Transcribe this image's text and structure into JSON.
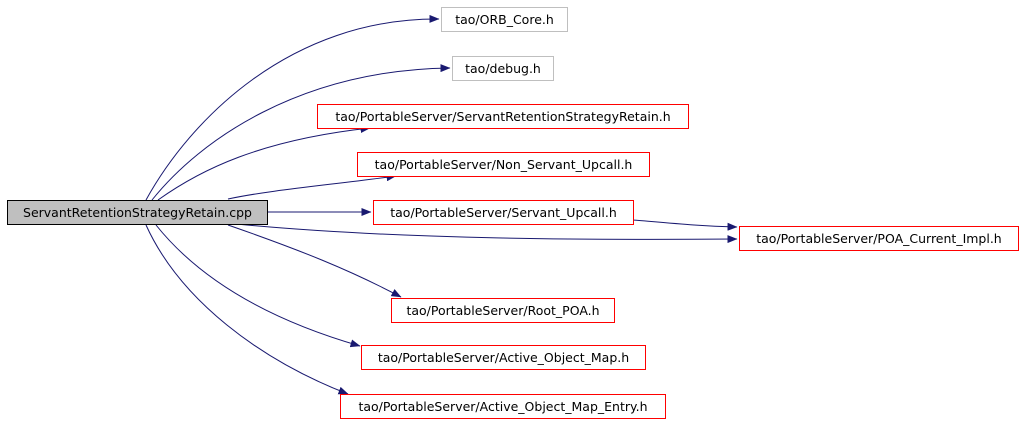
{
  "colors": {
    "edge": "#191970",
    "root_fill": "#bfbfbf",
    "root_border": "#000000",
    "local_border": "#ff0000",
    "external_border": "#bfbfbf",
    "node_fill": "#ffffff",
    "background": "#ffffff"
  },
  "diagram": {
    "root": {
      "id": "root",
      "label": "ServantRetentionStrategyRetain.cpp",
      "style": "root"
    },
    "nodes": [
      {
        "id": "orb_core",
        "label": "tao/ORB_Core.h",
        "style": "external"
      },
      {
        "id": "debug",
        "label": "tao/debug.h",
        "style": "external"
      },
      {
        "id": "srs_retain_h",
        "label": "tao/PortableServer/ServantRetentionStrategyRetain.h",
        "style": "local"
      },
      {
        "id": "non_servant_upcall",
        "label": "tao/PortableServer/Non_Servant_Upcall.h",
        "style": "local"
      },
      {
        "id": "servant_upcall",
        "label": "tao/PortableServer/Servant_Upcall.h",
        "style": "local"
      },
      {
        "id": "poa_current_impl",
        "label": "tao/PortableServer/POA_Current_Impl.h",
        "style": "local"
      },
      {
        "id": "root_poa",
        "label": "tao/PortableServer/Root_POA.h",
        "style": "local"
      },
      {
        "id": "active_object_map",
        "label": "tao/PortableServer/Active_Object_Map.h",
        "style": "local"
      },
      {
        "id": "active_object_map_entry",
        "label": "tao/PortableServer/Active_Object_Map_Entry.h",
        "style": "local"
      }
    ],
    "edges": [
      {
        "from": "root",
        "to": "orb_core"
      },
      {
        "from": "root",
        "to": "debug"
      },
      {
        "from": "root",
        "to": "srs_retain_h"
      },
      {
        "from": "root",
        "to": "non_servant_upcall"
      },
      {
        "from": "root",
        "to": "servant_upcall"
      },
      {
        "from": "root",
        "to": "poa_current_impl"
      },
      {
        "from": "root",
        "to": "root_poa"
      },
      {
        "from": "root",
        "to": "active_object_map"
      },
      {
        "from": "root",
        "to": "active_object_map_entry"
      },
      {
        "from": "servant_upcall",
        "to": "poa_current_impl"
      }
    ]
  }
}
